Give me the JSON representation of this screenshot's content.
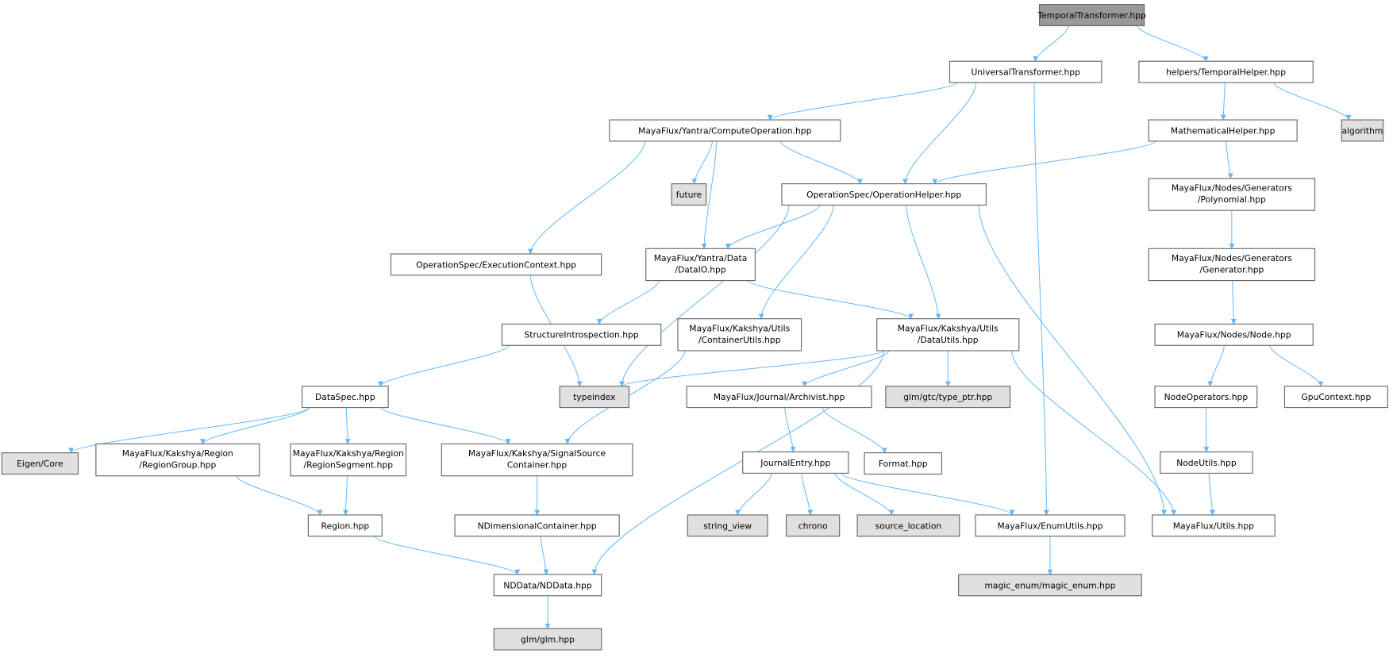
{
  "title": "TemporalTransformer.hpp",
  "colors": {
    "edge": "#63b8ff",
    "root_fill": "#999999",
    "node_fill": "#ffffff",
    "system_fill": "#e0e0e0",
    "border": "#666666",
    "system_border": "#999999"
  },
  "nodes": [
    {
      "id": "tt",
      "lines": [
        "TemporalTransformer.hpp"
      ],
      "kind": "root"
    },
    {
      "id": "ut",
      "lines": [
        "UniversalTransformer.hpp"
      ],
      "kind": "file"
    },
    {
      "id": "th",
      "lines": [
        "helpers/TemporalHelper.hpp"
      ],
      "kind": "file"
    },
    {
      "id": "co",
      "lines": [
        "MayaFlux/Yantra/ComputeOperation.hpp"
      ],
      "kind": "file"
    },
    {
      "id": "mh",
      "lines": [
        "MathematicalHelper.hpp"
      ],
      "kind": "file"
    },
    {
      "id": "alg",
      "lines": [
        "algorithm"
      ],
      "kind": "system"
    },
    {
      "id": "fut",
      "lines": [
        "future"
      ],
      "kind": "system"
    },
    {
      "id": "oh",
      "lines": [
        "OperationSpec/OperationHelper.hpp"
      ],
      "kind": "file"
    },
    {
      "id": "poly",
      "lines": [
        "MayaFlux/Nodes/Generators",
        "/Polynomial.hpp"
      ],
      "kind": "file"
    },
    {
      "id": "ec",
      "lines": [
        "OperationSpec/ExecutionContext.hpp"
      ],
      "kind": "file"
    },
    {
      "id": "dio",
      "lines": [
        "MayaFlux/Yantra/Data",
        "/DataIO.hpp"
      ],
      "kind": "file"
    },
    {
      "id": "gen",
      "lines": [
        "MayaFlux/Nodes/Generators",
        "/Generator.hpp"
      ],
      "kind": "file"
    },
    {
      "id": "si",
      "lines": [
        "StructureIntrospection.hpp"
      ],
      "kind": "file"
    },
    {
      "id": "cu",
      "lines": [
        "MayaFlux/Kakshya/Utils",
        "/ContainerUtils.hpp"
      ],
      "kind": "file"
    },
    {
      "id": "du",
      "lines": [
        "MayaFlux/Kakshya/Utils",
        "/DataUtils.hpp"
      ],
      "kind": "file"
    },
    {
      "id": "node",
      "lines": [
        "MayaFlux/Nodes/Node.hpp"
      ],
      "kind": "file"
    },
    {
      "id": "ds",
      "lines": [
        "DataSpec.hpp"
      ],
      "kind": "file"
    },
    {
      "id": "ti",
      "lines": [
        "typeindex"
      ],
      "kind": "system"
    },
    {
      "id": "arc",
      "lines": [
        "MayaFlux/Journal/Archivist.hpp"
      ],
      "kind": "file"
    },
    {
      "id": "gtc",
      "lines": [
        "glm/gtc/type_ptr.hpp"
      ],
      "kind": "system"
    },
    {
      "id": "nop",
      "lines": [
        "NodeOperators.hpp"
      ],
      "kind": "file"
    },
    {
      "id": "gpu",
      "lines": [
        "GpuContext.hpp"
      ],
      "kind": "file"
    },
    {
      "id": "eig",
      "lines": [
        "Eigen/Core"
      ],
      "kind": "system"
    },
    {
      "id": "rg",
      "lines": [
        "MayaFlux/Kakshya/Region",
        "/RegionGroup.hpp"
      ],
      "kind": "file"
    },
    {
      "id": "rs",
      "lines": [
        "MayaFlux/Kakshya/Region",
        "/RegionSegment.hpp"
      ],
      "kind": "file"
    },
    {
      "id": "ssc",
      "lines": [
        "MayaFlux/Kakshya/SignalSource",
        "Container.hpp"
      ],
      "kind": "file"
    },
    {
      "id": "je",
      "lines": [
        "JournalEntry.hpp"
      ],
      "kind": "file"
    },
    {
      "id": "fmt",
      "lines": [
        "Format.hpp"
      ],
      "kind": "file"
    },
    {
      "id": "nu",
      "lines": [
        "NodeUtils.hpp"
      ],
      "kind": "file"
    },
    {
      "id": "reg",
      "lines": [
        "Region.hpp"
      ],
      "kind": "file"
    },
    {
      "id": "ndc",
      "lines": [
        "NDimensionalContainer.hpp"
      ],
      "kind": "file"
    },
    {
      "id": "sv",
      "lines": [
        "string_view"
      ],
      "kind": "system"
    },
    {
      "id": "chr",
      "lines": [
        "chrono"
      ],
      "kind": "system"
    },
    {
      "id": "sl",
      "lines": [
        "source_location"
      ],
      "kind": "system"
    },
    {
      "id": "eu",
      "lines": [
        "MayaFlux/EnumUtils.hpp"
      ],
      "kind": "file"
    },
    {
      "id": "utl",
      "lines": [
        "MayaFlux/Utils.hpp"
      ],
      "kind": "file"
    },
    {
      "id": "nd",
      "lines": [
        "NDData/NDData.hpp"
      ],
      "kind": "file"
    },
    {
      "id": "me",
      "lines": [
        "magic_enum/magic_enum.hpp"
      ],
      "kind": "system"
    },
    {
      "id": "glm",
      "lines": [
        "glm/glm.hpp"
      ],
      "kind": "system"
    }
  ],
  "edges": [
    [
      "tt",
      "ut"
    ],
    [
      "tt",
      "th"
    ],
    [
      "ut",
      "co"
    ],
    [
      "ut",
      "oh"
    ],
    [
      "ut",
      "eu"
    ],
    [
      "th",
      "mh"
    ],
    [
      "th",
      "alg"
    ],
    [
      "co",
      "ec"
    ],
    [
      "co",
      "fut"
    ],
    [
      "co",
      "dio"
    ],
    [
      "co",
      "oh"
    ],
    [
      "mh",
      "oh"
    ],
    [
      "mh",
      "poly"
    ],
    [
      "oh",
      "dio"
    ],
    [
      "oh",
      "cu"
    ],
    [
      "oh",
      "ti"
    ],
    [
      "oh",
      "du"
    ],
    [
      "oh",
      "utl"
    ],
    [
      "poly",
      "gen"
    ],
    [
      "gen",
      "node"
    ],
    [
      "node",
      "nop"
    ],
    [
      "node",
      "gpu"
    ],
    [
      "nop",
      "nu"
    ],
    [
      "nu",
      "utl"
    ],
    [
      "ec",
      "ti"
    ],
    [
      "dio",
      "si"
    ],
    [
      "dio",
      "du"
    ],
    [
      "si",
      "ds"
    ],
    [
      "cu",
      "ssc"
    ],
    [
      "du",
      "ti"
    ],
    [
      "du",
      "nd"
    ],
    [
      "du",
      "arc"
    ],
    [
      "du",
      "gtc"
    ],
    [
      "du",
      "utl"
    ],
    [
      "ds",
      "eig"
    ],
    [
      "ds",
      "rg"
    ],
    [
      "ds",
      "rs"
    ],
    [
      "ds",
      "ssc"
    ],
    [
      "rg",
      "reg"
    ],
    [
      "rs",
      "reg"
    ],
    [
      "reg",
      "nd"
    ],
    [
      "ssc",
      "ndc"
    ],
    [
      "ndc",
      "nd"
    ],
    [
      "arc",
      "je"
    ],
    [
      "arc",
      "fmt"
    ],
    [
      "je",
      "sv"
    ],
    [
      "je",
      "chr"
    ],
    [
      "je",
      "sl"
    ],
    [
      "je",
      "eu"
    ],
    [
      "eu",
      "me"
    ],
    [
      "nd",
      "glm"
    ]
  ]
}
